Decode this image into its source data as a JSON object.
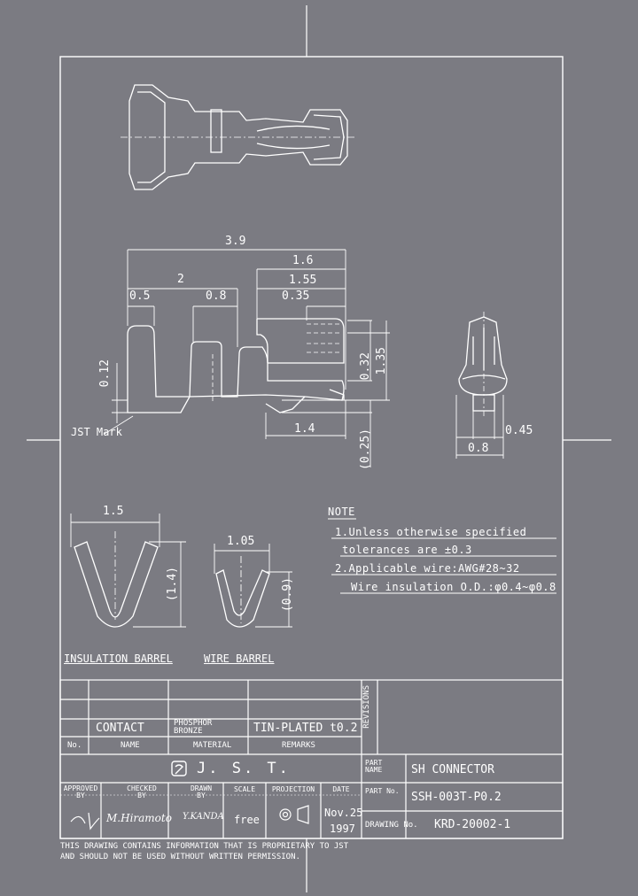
{
  "dimensions": {
    "overall_length": "3.9",
    "d_1_6": "1.6",
    "d_2": "2",
    "d_1_55": "1.55",
    "d_0_5": "0.5",
    "d_0_8_top": "0.8",
    "d_0_35": "0.35",
    "d_0_12": "0.12",
    "d_0_32": "0.32",
    "d_1_35": "1.35",
    "d_1_4": "1.4",
    "d_0_25": "(0.25)",
    "d_0_45": "0.45",
    "d_0_8_end": "0.8",
    "ins_width": "1.5",
    "ins_height": "(1.4)",
    "wire_width": "1.05",
    "wire_height": "(0.9)"
  },
  "labels": {
    "jst_mark": "JST Mark",
    "insulation_barrel": "INSULATION BARREL",
    "wire_barrel": "WIRE BARREL"
  },
  "notes": {
    "title": "NOTE",
    "line1": "1.Unless otherwise specified",
    "line2": "tolerances are ±0.3",
    "line3": "2.Applicable wire:AWG#28~32",
    "line4": "Wire insulation O.D.:φ0.4~φ0.8"
  },
  "title_block": {
    "revisions": "REVISIONS",
    "item_name": "CONTACT",
    "item_material": "PHOSPHOR BRONZE",
    "item_remarks": "TIN-PLATED t0.2",
    "col_no": "No.",
    "col_name": "NAME",
    "col_material": "MATERIAL",
    "col_remarks": "REMARKS",
    "company": "J. S. T.",
    "part_name_label": "PART NAME",
    "part_name": "SH CONNECTOR",
    "part_no_label": "PART No.",
    "part_no": "SSH-003T-P0.2",
    "approved_label": "APPROVED BY",
    "checked_label": "CHECKED BY",
    "drawn_label": "DRAWN BY",
    "scale_label": "SCALE",
    "projection_label": "PROJECTION",
    "date_label": "DATE",
    "checked_by": "M.Hiramoto",
    "drawn_by": "Y.KANDA",
    "scale": "free",
    "date_line1": "Nov.25",
    "date_line2": "1997",
    "drawing_no_label": "DRAWING No.",
    "drawing_no": "KRD-20002-1",
    "disclaimer_line1": "THIS DRAWING CONTAINS INFORMATION THAT IS PROPRIETARY TO JST",
    "disclaimer_line2": "AND SHOULD NOT BE USED WITHOUT WRITTEN PERMISSION."
  }
}
